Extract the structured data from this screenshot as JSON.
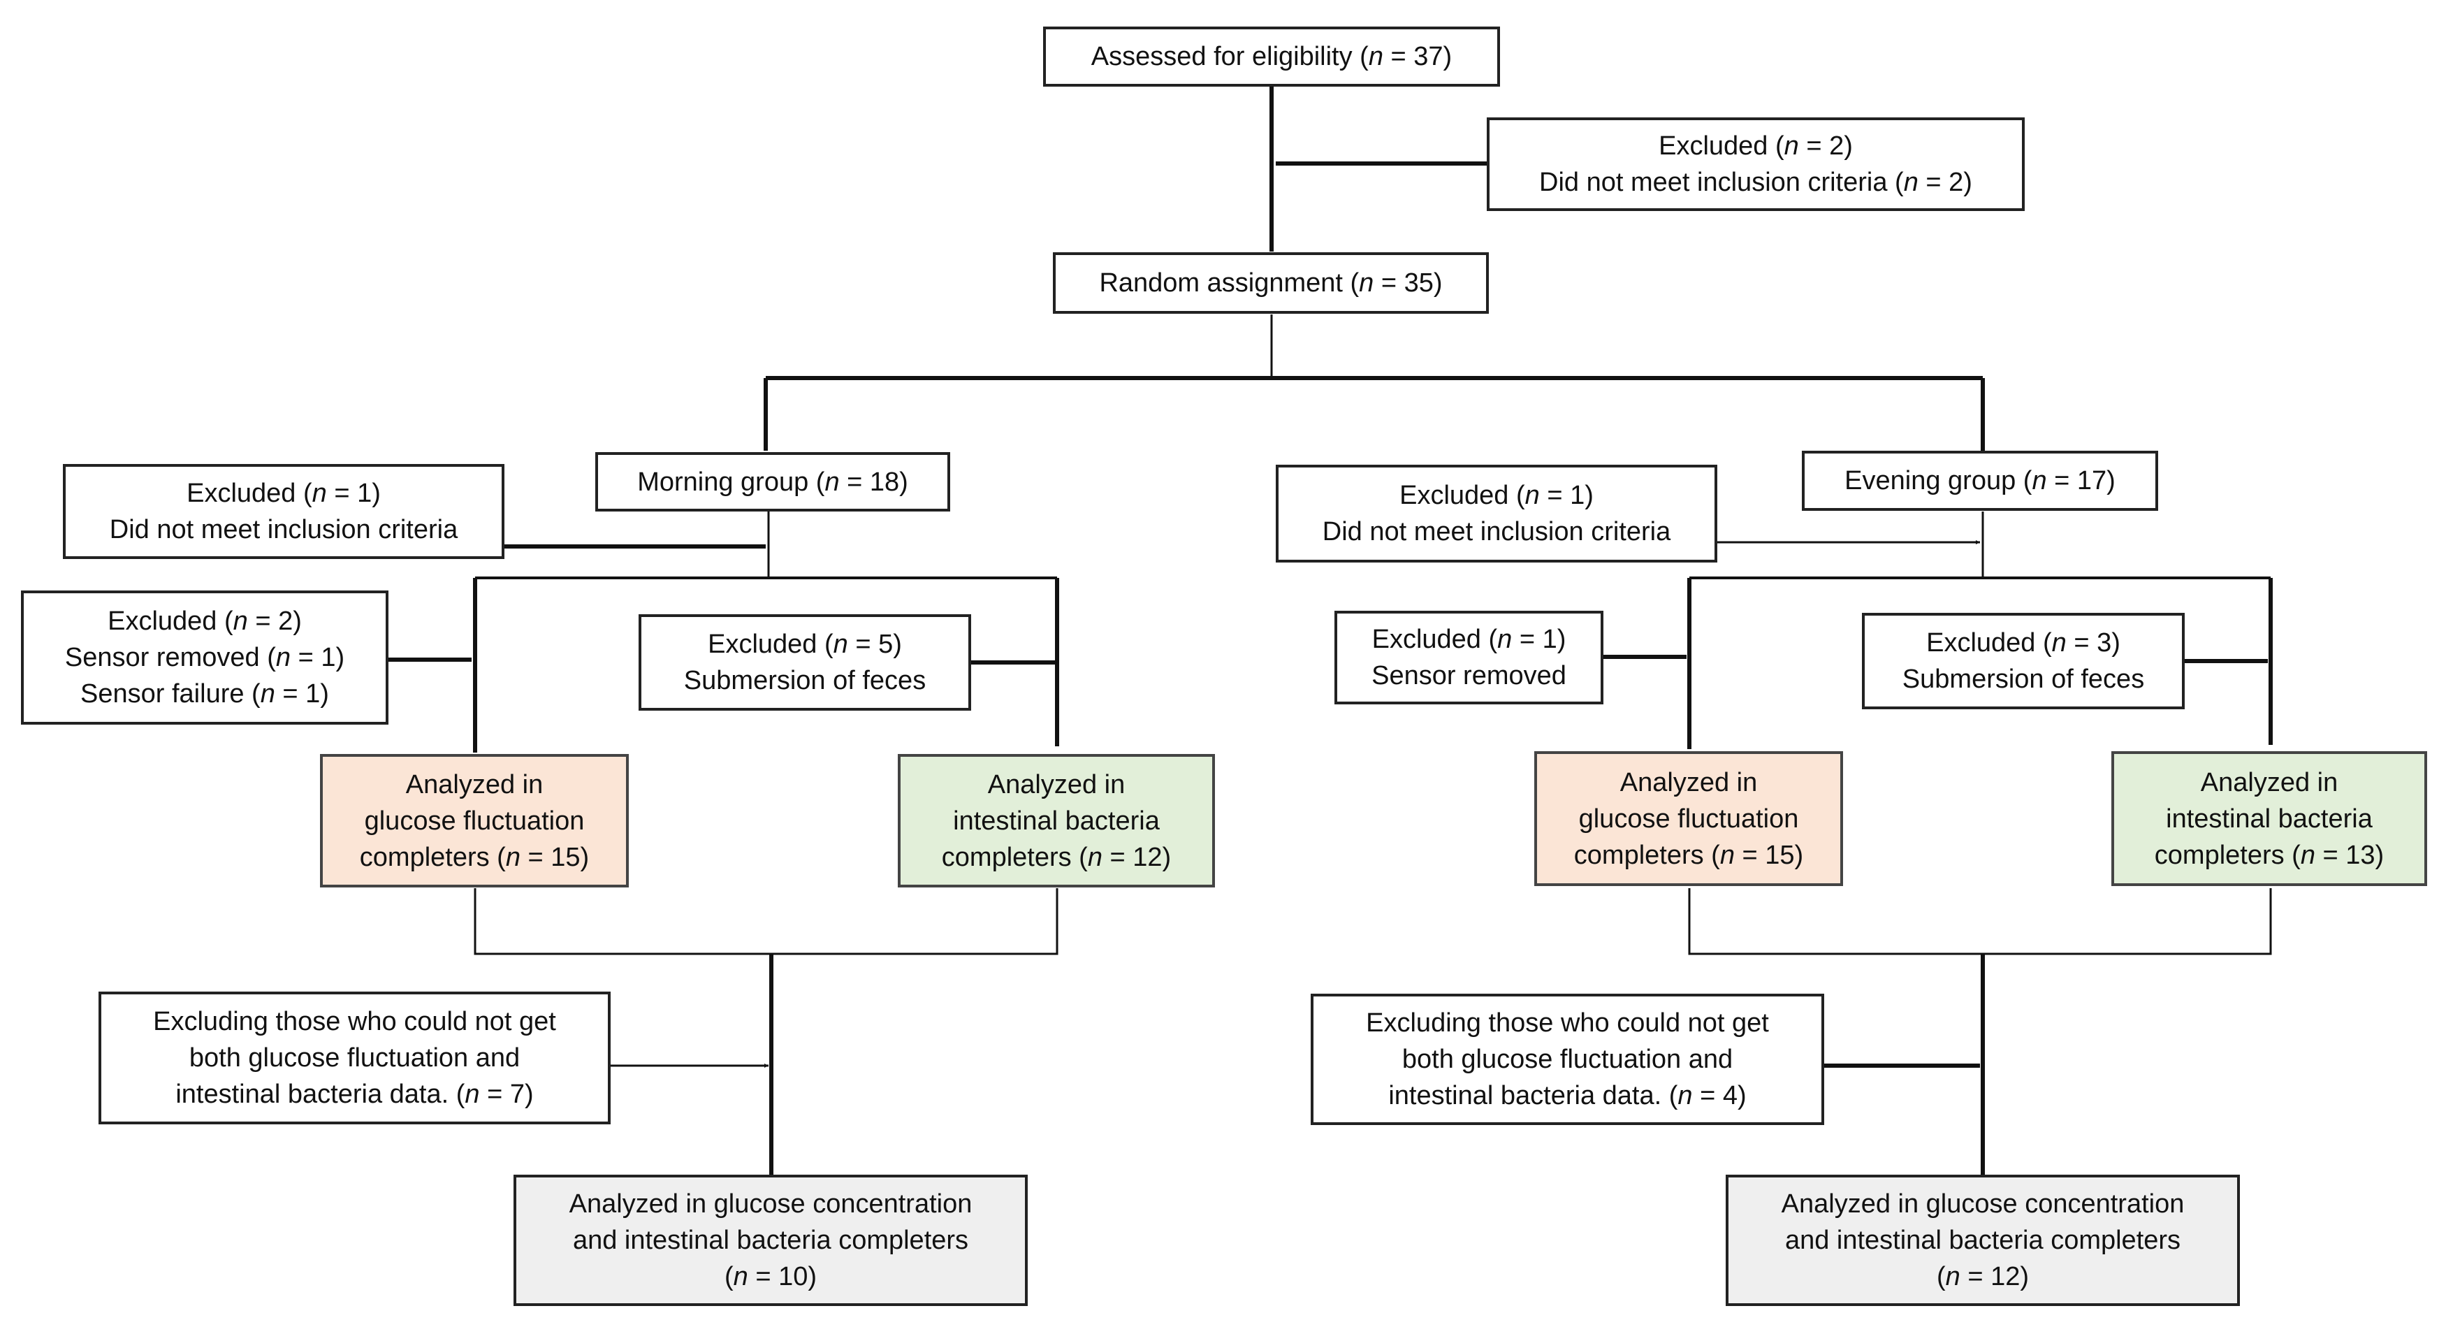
{
  "colors": {
    "glucose_fill": "#fbe5d6",
    "bacteria_fill": "#e2efd9",
    "final_fill": "#efefef",
    "line": "#111111"
  },
  "top": {
    "assessed": {
      "pre": "Assessed for eligibility (",
      "n": "n",
      "post": " = 37)"
    },
    "excluded_line1": {
      "pre": "Excluded (",
      "n": "n",
      "post": " = 2)"
    },
    "excluded_line2": {
      "pre": "Did not meet inclusion criteria (",
      "n": "n",
      "post": " = 2)"
    },
    "random": {
      "pre": "Random assignment (",
      "n": "n",
      "post": " = 35)"
    }
  },
  "morning": {
    "group": {
      "pre": "Morning group (",
      "n": "n",
      "post": " = 18)"
    },
    "excl_criteria_line1": {
      "pre": "Excluded (",
      "n": "n",
      "post": " = 1)"
    },
    "excl_criteria_line2": "Did not meet inclusion criteria",
    "excl_sensor_line1": {
      "pre": "Excluded (",
      "n": "n",
      "post": " = 2)"
    },
    "excl_sensor_line2": {
      "pre": "Sensor removed (",
      "n": "n",
      "post": " = 1)"
    },
    "excl_sensor_line3": {
      "pre": "Sensor failure (",
      "n": "n",
      "post": " = 1)"
    },
    "excl_feces_line1": {
      "pre": "Excluded (",
      "n": "n",
      "post": " = 5)"
    },
    "excl_feces_line2": "Submersion of feces",
    "glucose_line1": "Analyzed in",
    "glucose_line2": "glucose fluctuation",
    "glucose_line3": {
      "pre": "completers (",
      "n": "n",
      "post": " = 15)"
    },
    "bacteria_line1": "Analyzed in",
    "bacteria_line2": "intestinal bacteria",
    "bacteria_line3": {
      "pre": "completers (",
      "n": "n",
      "post": " = 12)"
    },
    "excl_both_line1": "Excluding those who could not get",
    "excl_both_line2": "both glucose fluctuation and",
    "excl_both_line3": {
      "pre": "intestinal bacteria data. (",
      "n": "n",
      "post": " = 7)"
    },
    "final_line1": "Analyzed in glucose concentration",
    "final_line2": "and intestinal bacteria completers",
    "final_line3": {
      "pre": "(",
      "n": "n",
      "post": " = 10)"
    }
  },
  "evening": {
    "group": {
      "pre": "Evening group (",
      "n": "n",
      "post": " = 17)"
    },
    "excl_criteria_line1": {
      "pre": "Excluded (",
      "n": "n",
      "post": " = 1)"
    },
    "excl_criteria_line2": "Did not meet inclusion criteria",
    "excl_sensor_line1": {
      "pre": "Excluded (",
      "n": "n",
      "post": " = 1)"
    },
    "excl_sensor_line2": "Sensor removed",
    "excl_feces_line1": {
      "pre": "Excluded (",
      "n": "n",
      "post": " = 3)"
    },
    "excl_feces_line2": "Submersion of feces",
    "glucose_line1": "Analyzed in",
    "glucose_line2": "glucose fluctuation",
    "glucose_line3": {
      "pre": "completers (",
      "n": "n",
      "post": " = 15)"
    },
    "bacteria_line1": "Analyzed in",
    "bacteria_line2": "intestinal bacteria",
    "bacteria_line3": {
      "pre": "completers (",
      "n": "n",
      "post": " = 13)"
    },
    "excl_both_line1": "Excluding those who could not get",
    "excl_both_line2": "both glucose fluctuation and",
    "excl_both_line3": {
      "pre": "intestinal bacteria data. (",
      "n": "n",
      "post": " = 4)"
    },
    "final_line1": "Analyzed in glucose concentration",
    "final_line2": "and intestinal bacteria completers",
    "final_line3": {
      "pre": "(",
      "n": "n",
      "post": " = 12)"
    }
  }
}
